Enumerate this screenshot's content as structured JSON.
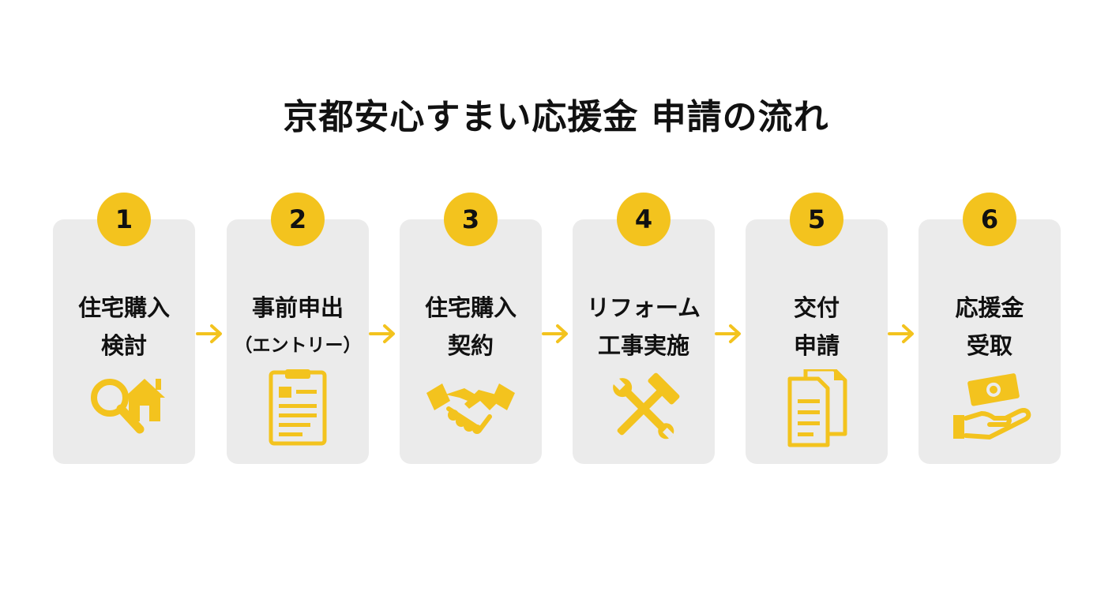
{
  "title": "京都安心すまい応援金 申請の流れ",
  "accent_color": "#f3c31e",
  "card_color": "#ebebeb",
  "steps": [
    {
      "number": "1",
      "line1": "住宅購入",
      "line2": "検討",
      "icon": "search-house-icon"
    },
    {
      "number": "2",
      "line1": "事前申出",
      "line2": "（エントリー）",
      "icon": "clipboard-icon"
    },
    {
      "number": "3",
      "line1": "住宅購入",
      "line2": "契約",
      "icon": "handshake-icon"
    },
    {
      "number": "4",
      "line1": "リフォーム",
      "line2": "工事実施",
      "icon": "tools-icon"
    },
    {
      "number": "5",
      "line1": "交付",
      "line2": "申請",
      "icon": "documents-icon"
    },
    {
      "number": "6",
      "line1": "応援金",
      "line2": "受取",
      "icon": "money-hand-icon"
    }
  ]
}
